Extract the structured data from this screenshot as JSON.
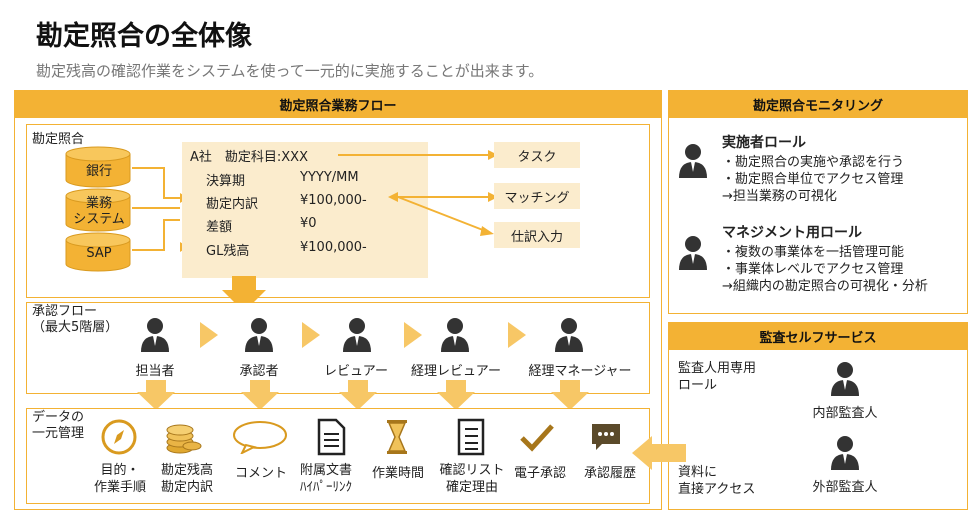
{
  "title": "勘定照合の全体像",
  "subtitle": "勘定残高の確認作業をシステムを使って一元的に実施することが出来ます。",
  "flow": {
    "header": "勘定照合業務フロー",
    "recon_label": "勘定照合",
    "sources": [
      "銀行",
      "業務\nシステム",
      "SAP"
    ],
    "sheet": {
      "line1": "A社　勘定科目:XXX",
      "rows": [
        {
          "k": "決算期",
          "v": "YYYY/MM"
        },
        {
          "k": "勘定内訳",
          "v": "¥100,000-"
        },
        {
          "k": "差額",
          "v": "¥0"
        },
        {
          "k": "GL残高",
          "v": "¥100,000-"
        }
      ]
    },
    "actions": [
      "タスク",
      "マッチング",
      "仕訳入力"
    ],
    "approval_label": "承認フロー\n（最大5階層）",
    "roles": [
      "担当者",
      "承認者",
      "レビュアー",
      "経理レビュアー",
      "経理マネージャー"
    ],
    "data_label": "データの\n一元管理",
    "data_items": [
      {
        "label": "目的・\n作業手順",
        "icon": "compass-icon"
      },
      {
        "label": "勘定残高\n勘定内訳",
        "icon": "coins-icon"
      },
      {
        "label": "コメント",
        "icon": "speech-bubble-icon"
      },
      {
        "label": "附属文書\nﾊｲﾊﾟｰﾘﾝｸ",
        "icon": "document-icon"
      },
      {
        "label": "作業時間",
        "icon": "hourglass-icon"
      },
      {
        "label": "確認リスト\n確定理由",
        "icon": "checklist-icon"
      },
      {
        "label": "電子承認",
        "icon": "checkmark-icon"
      },
      {
        "label": "承認履歴",
        "icon": "chat-icon"
      }
    ]
  },
  "monitoring": {
    "header": "勘定照合モニタリング",
    "roles": [
      {
        "title": "実施者ロール",
        "lines": [
          "・勘定照合の実施や承認を行う",
          "・勘定照合単位でアクセス管理",
          "→担当業務の可視化"
        ]
      },
      {
        "title": "マネジメント用ロール",
        "lines": [
          "・複数の事業体を一括管理可能",
          "・事業体レベルでアクセス管理",
          "→組織内の勘定照合の可視化・分析"
        ]
      }
    ]
  },
  "audit": {
    "header": "監査セルフサービス",
    "role_label": "監査人用専用\nロール",
    "access_label": "資料に\n直接アクセス",
    "auditors": [
      "内部監査人",
      "外部監査人"
    ]
  },
  "colors": {
    "accent": "#f3b234",
    "light": "#fbeccd",
    "arrow": "#f7c766"
  }
}
